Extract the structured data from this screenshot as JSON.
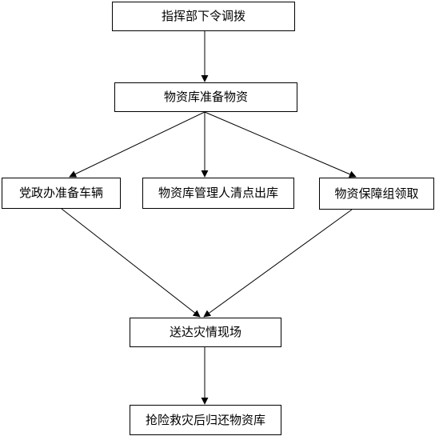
{
  "nodes": {
    "command": "指挥部下令调拨",
    "prepare_materials": "物资库准备物资",
    "party_office": "党政办准备车辆",
    "warehouse_manager": "物资库管理人清点出库",
    "support_team": "物资保障组领取",
    "deliver": "送达灾情现场",
    "return": "抢险救灾后归还物资库"
  },
  "colors": {
    "line": "#000000",
    "box_border": "#000000",
    "background": "#ffffff"
  }
}
